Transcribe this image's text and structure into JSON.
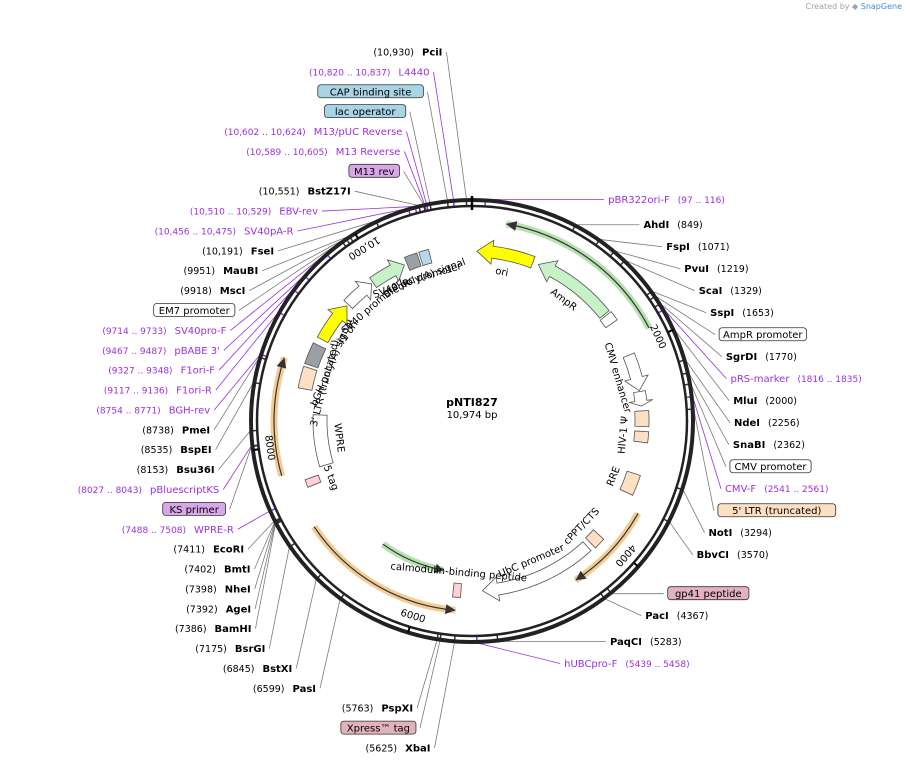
{
  "plasmid": {
    "name": "pNTI827",
    "size_label": "10,974 bp",
    "length": 10974
  },
  "credit": {
    "prefix": "Created by",
    "brand": "SnapGene"
  },
  "colors": {
    "primer": "#9b30d9",
    "enzyme_line": "#555555",
    "ring": "#222222",
    "orange_feature": "#e8a33c",
    "green_feature": "#7bc96f",
    "yellow_feature": "#ffff00",
    "promoter_fill": "#ffffff",
    "misc_fill": "#fde0c4",
    "grey_fill": "#9aa0a6"
  },
  "ticks": [
    {
      "pos": 2000,
      "label": "2000"
    },
    {
      "pos": 4000,
      "label": "4000"
    },
    {
      "pos": 6000,
      "label": "6000"
    },
    {
      "pos": 8000,
      "label": "8000"
    },
    {
      "pos": 10000,
      "label": "10,000"
    }
  ],
  "labels": [
    {
      "id": "PciI",
      "kind": "enzyme",
      "name": "PciI",
      "pos_text": "(10,930)",
      "site": 10930
    },
    {
      "id": "L4440",
      "kind": "primer",
      "name": "L4440",
      "pos_text": "(10,820 .. 10,837)",
      "site": 10828
    },
    {
      "id": "CAP",
      "kind": "boxed",
      "name": "CAP binding site",
      "box": "blue",
      "site": 10780
    },
    {
      "id": "M13pUC",
      "kind": "primer",
      "name": "M13/pUC Reverse",
      "pos_text": "(10,602 .. 10,624)",
      "site": 10613
    },
    {
      "id": "lacop",
      "kind": "boxed",
      "name": "lac operator",
      "box": "blue",
      "site": 10640
    },
    {
      "id": "M13R",
      "kind": "primer",
      "name": "M13 Reverse",
      "pos_text": "(10,589 .. 10,605)",
      "site": 10597
    },
    {
      "id": "M13rev",
      "kind": "boxed",
      "name": "M13 rev",
      "box": "purple",
      "site": 10590
    },
    {
      "id": "BstZ17I",
      "kind": "enzyme",
      "name": "BstZ17I",
      "pos_text": "(10,551)",
      "site": 10551
    },
    {
      "id": "EBVrev",
      "kind": "primer",
      "name": "EBV-rev",
      "pos_text": "(10,510 .. 10,529)",
      "site": 10520
    },
    {
      "id": "SV40pAR",
      "kind": "primer",
      "name": "SV40pA-R",
      "pos_text": "(10,456 .. 10,475)",
      "site": 10465
    },
    {
      "id": "FseI",
      "kind": "enzyme",
      "name": "FseI",
      "pos_text": "(10,191)",
      "site": 10191
    },
    {
      "id": "MauBI",
      "kind": "enzyme",
      "name": "MauBI",
      "pos_text": "(9951)",
      "site": 9951
    },
    {
      "id": "MscI",
      "kind": "enzyme",
      "name": "MscI",
      "pos_text": "(9918)",
      "site": 9918
    },
    {
      "id": "EM7",
      "kind": "boxed",
      "name": "EM7 promoter",
      "box": "white",
      "site": 9880
    },
    {
      "id": "SV40proF",
      "kind": "primer",
      "name": "SV40pro-F",
      "pos_text": "(9714 .. 9733)",
      "site": 9723
    },
    {
      "id": "pBABE3",
      "kind": "primer",
      "name": "pBABE 3'",
      "pos_text": "(9467 .. 9487)",
      "site": 9477
    },
    {
      "id": "F1oriF",
      "kind": "primer",
      "name": "F1ori-F",
      "pos_text": "(9327 .. 9348)",
      "site": 9337
    },
    {
      "id": "F1oriR",
      "kind": "primer",
      "name": "F1ori-R",
      "pos_text": "(9117 .. 9136)",
      "site": 9126
    },
    {
      "id": "BGHrev",
      "kind": "primer",
      "name": "BGH-rev",
      "pos_text": "(8754 .. 8771)",
      "site": 8762
    },
    {
      "id": "PmeI",
      "kind": "enzyme",
      "name": "PmeI",
      "pos_text": "(8738)",
      "site": 8738
    },
    {
      "id": "BspEI",
      "kind": "enzyme",
      "name": "BspEI",
      "pos_text": "(8535)",
      "site": 8535
    },
    {
      "id": "Bsu36I",
      "kind": "enzyme",
      "name": "Bsu36I",
      "pos_text": "(8153)",
      "site": 8153
    },
    {
      "id": "pBSKS",
      "kind": "primer",
      "name": "pBluescriptKS",
      "pos_text": "(8027 .. 8043)",
      "site": 8035
    },
    {
      "id": "KSprimer",
      "kind": "boxed",
      "name": "KS primer",
      "box": "purple",
      "site": 8030
    },
    {
      "id": "WPRER",
      "kind": "primer",
      "name": "WPRE-R",
      "pos_text": "(7488 .. 7508)",
      "site": 7498
    },
    {
      "id": "EcoRI",
      "kind": "enzyme",
      "name": "EcoRI",
      "pos_text": "(7411)",
      "site": 7411
    },
    {
      "id": "BmtI",
      "kind": "enzyme",
      "name": "BmtI",
      "pos_text": "(7402)",
      "site": 7402
    },
    {
      "id": "NheI",
      "kind": "enzyme",
      "name": "NheI",
      "pos_text": "(7398)",
      "site": 7398
    },
    {
      "id": "AgeI",
      "kind": "enzyme",
      "name": "AgeI",
      "pos_text": "(7392)",
      "site": 7392
    },
    {
      "id": "BamHI",
      "kind": "enzyme",
      "name": "BamHI",
      "pos_text": "(7386)",
      "site": 7386
    },
    {
      "id": "BsrGI",
      "kind": "enzyme",
      "name": "BsrGI",
      "pos_text": "(7175)",
      "site": 7175
    },
    {
      "id": "BstXI",
      "kind": "enzyme",
      "name": "BstXI",
      "pos_text": "(6845)",
      "site": 6845
    },
    {
      "id": "PasI",
      "kind": "enzyme",
      "name": "PasI",
      "pos_text": "(6599)",
      "site": 6599
    },
    {
      "id": "PspXI",
      "kind": "enzyme",
      "name": "PspXI",
      "pos_text": "(5763)",
      "site": 5763
    },
    {
      "id": "Xpress",
      "kind": "boxed",
      "name": "Xpress™ tag",
      "box": "pink",
      "site": 5740
    },
    {
      "id": "XbaI",
      "kind": "enzyme",
      "name": "XbaI",
      "pos_text": "(5625)",
      "site": 5625
    },
    {
      "id": "hUBCproF",
      "kind": "primer",
      "name": "hUBCpro-F",
      "pos_text": "(5439 .. 5458)",
      "site": 5448
    },
    {
      "id": "PaqCI",
      "kind": "enzyme",
      "name": "PaqCI",
      "pos_text": "(5283)",
      "site": 5283
    },
    {
      "id": "PacI",
      "kind": "enzyme",
      "name": "PacI",
      "pos_text": "(4367)",
      "site": 4367
    },
    {
      "id": "gp41",
      "kind": "boxed",
      "name": "gp41 peptide",
      "box": "pink",
      "site": 4300
    },
    {
      "id": "BbvCI",
      "kind": "enzyme",
      "name": "BbvCI",
      "pos_text": "(3570)",
      "site": 3570
    },
    {
      "id": "NotI",
      "kind": "enzyme",
      "name": "NotI",
      "pos_text": "(3294)",
      "site": 3294
    },
    {
      "id": "LTR5",
      "kind": "boxed",
      "name": "5' LTR (truncated)",
      "box": "peach",
      "site": 2650
    },
    {
      "id": "CMVF",
      "kind": "primer",
      "name": "CMV-F",
      "pos_text": "(2541 .. 2561)",
      "site": 2551
    },
    {
      "id": "CMVprom",
      "kind": "boxed",
      "name": "CMV promoter",
      "box": "white",
      "site": 2450
    },
    {
      "id": "NdeI",
      "kind": "enzyme",
      "name": "NdeI",
      "pos_text": "(2256)",
      "site": 2256
    },
    {
      "id": "SnaBI",
      "kind": "enzyme",
      "name": "SnaBI",
      "pos_text": "(2362)",
      "site": 2362
    },
    {
      "id": "MluI",
      "kind": "enzyme",
      "name": "MluI",
      "pos_text": "(2000)",
      "site": 2000
    },
    {
      "id": "pRSmarker",
      "kind": "primer",
      "name": "pRS-marker",
      "pos_text": "(1816 .. 1835)",
      "site": 1825
    },
    {
      "id": "SgrDI",
      "kind": "enzyme",
      "name": "SgrDI",
      "pos_text": "(1770)",
      "site": 1770
    },
    {
      "id": "AmpRprom",
      "kind": "boxed",
      "name": "AmpR promoter",
      "box": "white",
      "site": 1700
    },
    {
      "id": "SspI",
      "kind": "enzyme",
      "name": "SspI",
      "pos_text": "(1653)",
      "site": 1653
    },
    {
      "id": "ScaI",
      "kind": "enzyme",
      "name": "ScaI",
      "pos_text": "(1329)",
      "site": 1329
    },
    {
      "id": "PvuI",
      "kind": "enzyme",
      "name": "PvuI",
      "pos_text": "(1219)",
      "site": 1219
    },
    {
      "id": "FspI",
      "kind": "enzyme",
      "name": "FspI",
      "pos_text": "(1071)",
      "site": 1071
    },
    {
      "id": "AhdI",
      "kind": "enzyme",
      "name": "AhdI",
      "pos_text": "(849)",
      "site": 849
    },
    {
      "id": "pBR322oriF",
      "kind": "primer",
      "name": "pBR322ori-F",
      "pos_text": "(97 .. 116)",
      "site": 106
    }
  ],
  "features": [
    {
      "id": "ori",
      "name": "ori",
      "type": "arrow",
      "fill": "#ffff00",
      "start": 50,
      "end": 640,
      "dir": -1,
      "ring": "inner1"
    },
    {
      "id": "AmpR",
      "name": "AmpR",
      "type": "arrow",
      "fill": "#c6f2c6",
      "start": 700,
      "end": 1560,
      "dir": -1,
      "ring": "inner1"
    },
    {
      "id": "AmpRpromF",
      "name": "",
      "type": "box",
      "fill": "#ffffff",
      "start": 1580,
      "end": 1680,
      "ring": "inner1"
    },
    {
      "id": "CMVenh",
      "name": "CMV enhancer",
      "type": "arrow",
      "fill": "#ffffff",
      "start": 2050,
      "end": 2430,
      "dir": 1,
      "ring": "inner1"
    },
    {
      "id": "CMVpromF",
      "name": "",
      "type": "arrow",
      "fill": "#ffffff",
      "start": 2440,
      "end": 2590,
      "dir": 1,
      "ring": "inner1"
    },
    {
      "id": "LTR5F",
      "name": "",
      "type": "box",
      "fill": "#fde0c4",
      "start": 2640,
      "end": 2800,
      "ring": "inner1"
    },
    {
      "id": "HIV1",
      "name": "HIV-1 Ψ",
      "type": "box",
      "fill": "#fde0c4",
      "start": 2850,
      "end": 2960,
      "ring": "inner1"
    },
    {
      "id": "RRE",
      "name": "RRE",
      "type": "box",
      "fill": "#fde0c4",
      "start": 3290,
      "end": 3500,
      "ring": "inner1"
    },
    {
      "id": "cPPT",
      "name": "cPPT/CTS",
      "type": "box",
      "fill": "#fde0c4",
      "start": 4020,
      "end": 4140,
      "ring": "inner1"
    },
    {
      "id": "UbC",
      "name": "UbC promoter",
      "type": "arrow",
      "fill": "#ffffff",
      "start": 4190,
      "end": 5380,
      "dir": 1,
      "ring": "inner1"
    },
    {
      "id": "CaM",
      "name": "calmodulin-binding peptide",
      "type": "box",
      "fill": "#ffd0d8",
      "start": 5600,
      "end": 5680,
      "ring": "inner1"
    },
    {
      "id": "V5",
      "name": "V5 tag",
      "type": "box",
      "fill": "#ffd0d8",
      "start": 7560,
      "end": 7640,
      "ring": "inner1"
    },
    {
      "id": "WPRE",
      "name": "WPRE",
      "type": "box",
      "fill": "#ffffff",
      "start": 7720,
      "end": 8300,
      "ring": "inner2"
    },
    {
      "id": "LTR3",
      "name": "3' LTR (truncated)",
      "type": "box",
      "fill": "#fde0c4",
      "start": 8560,
      "end": 8780,
      "ring": "inner1"
    },
    {
      "id": "BGHpA",
      "name": "bGH poly(A) signal",
      "type": "box",
      "fill": "#9aa0a6",
      "start": 8810,
      "end": 9030,
      "ring": "inner1"
    },
    {
      "id": "f1ori",
      "name": "f1 ori",
      "type": "arrow",
      "fill": "#ffff00",
      "start": 9100,
      "end": 9530,
      "dir": 1,
      "ring": "inner1"
    },
    {
      "id": "SV40prom",
      "name": "SV40 promoter",
      "type": "arrow",
      "fill": "#ffffff",
      "start": 9550,
      "end": 9870,
      "dir": 1,
      "ring": "inner1"
    },
    {
      "id": "BleoR",
      "name": "BleoR",
      "type": "arrow",
      "fill": "#c6f2c6",
      "start": 9890,
      "end": 10260,
      "dir": 1,
      "ring": "inner1"
    },
    {
      "id": "SV40pA",
      "name": "SV40 poly(A) signal",
      "type": "box",
      "fill": "#9aa0a6",
      "start": 10290,
      "end": 10420,
      "ring": "inner1"
    },
    {
      "id": "lacprom",
      "name": "lac promoter",
      "type": "box",
      "fill": "#b8d8e8",
      "start": 10440,
      "end": 10540,
      "ring": "inner1"
    }
  ],
  "orf_arcs": [
    {
      "id": "orf1",
      "start": 300,
      "end": 1900,
      "dir": -1,
      "color": "#7bc96f",
      "ring": "inner0"
    },
    {
      "id": "orf2",
      "start": 3630,
      "end": 4480,
      "dir": 1,
      "color": "#e8a33c",
      "ring": "outer"
    },
    {
      "id": "orf3",
      "start": 5640,
      "end": 7200,
      "dir": -1,
      "color": "#e8a33c",
      "ring": "outer"
    },
    {
      "id": "orf4",
      "start": 5820,
      "end": 6580,
      "dir": -1,
      "color": "#7bc96f",
      "ring": "inner2"
    },
    {
      "id": "orf5",
      "start": 7740,
      "end": 8800,
      "dir": 1,
      "color": "#e8a33c",
      "ring": "outer2"
    }
  ]
}
